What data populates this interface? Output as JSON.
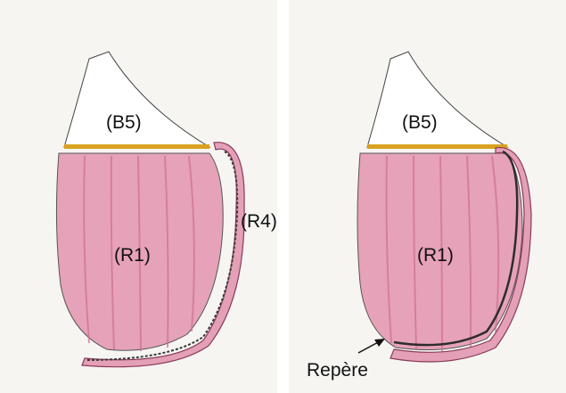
{
  "panels": [
    {
      "id": "left",
      "labels": {
        "bodice": "(B5)",
        "skirt": "(R1)",
        "ruffle": "(R4)"
      }
    },
    {
      "id": "right",
      "labels": {
        "bodice": "(B5)",
        "skirt": "(R1)",
        "marker": "Repère"
      }
    }
  ],
  "colors": {
    "background": "#f6f5f2",
    "fabric_pink": "#e6a2b8",
    "fabric_pink_dark": "#cf6f90",
    "waist_band": "#d9a21f",
    "outline": "#2d2d2d"
  }
}
